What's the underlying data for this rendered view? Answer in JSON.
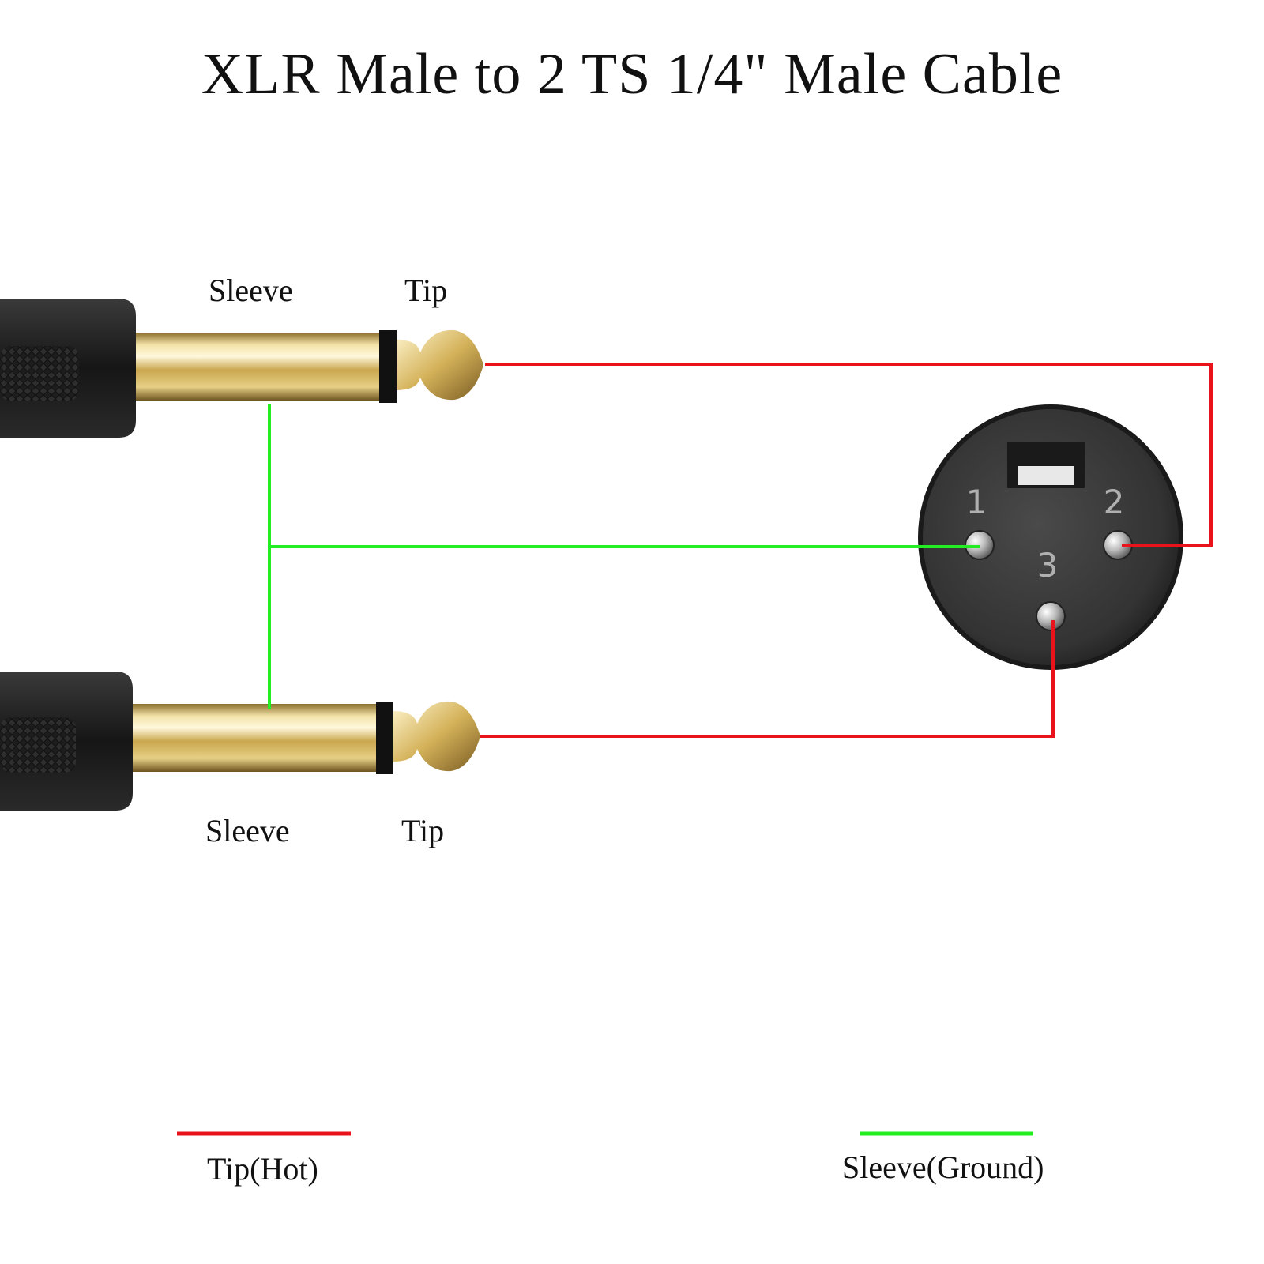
{
  "title": "XLR Male to 2 TS 1/4\" Male Cable",
  "jack_top": {
    "sleeve_label": "Sleeve",
    "tip_label": "Tip"
  },
  "jack_bottom": {
    "sleeve_label": "Sleeve",
    "tip_label": "Tip"
  },
  "xlr": {
    "pin_labels": [
      "1",
      "2",
      "3"
    ]
  },
  "legend": {
    "hot_label": "Tip(Hot)",
    "ground_label": "Sleeve(Ground)"
  },
  "colors": {
    "hot": "#e8131b",
    "ground": "#22ee22"
  }
}
